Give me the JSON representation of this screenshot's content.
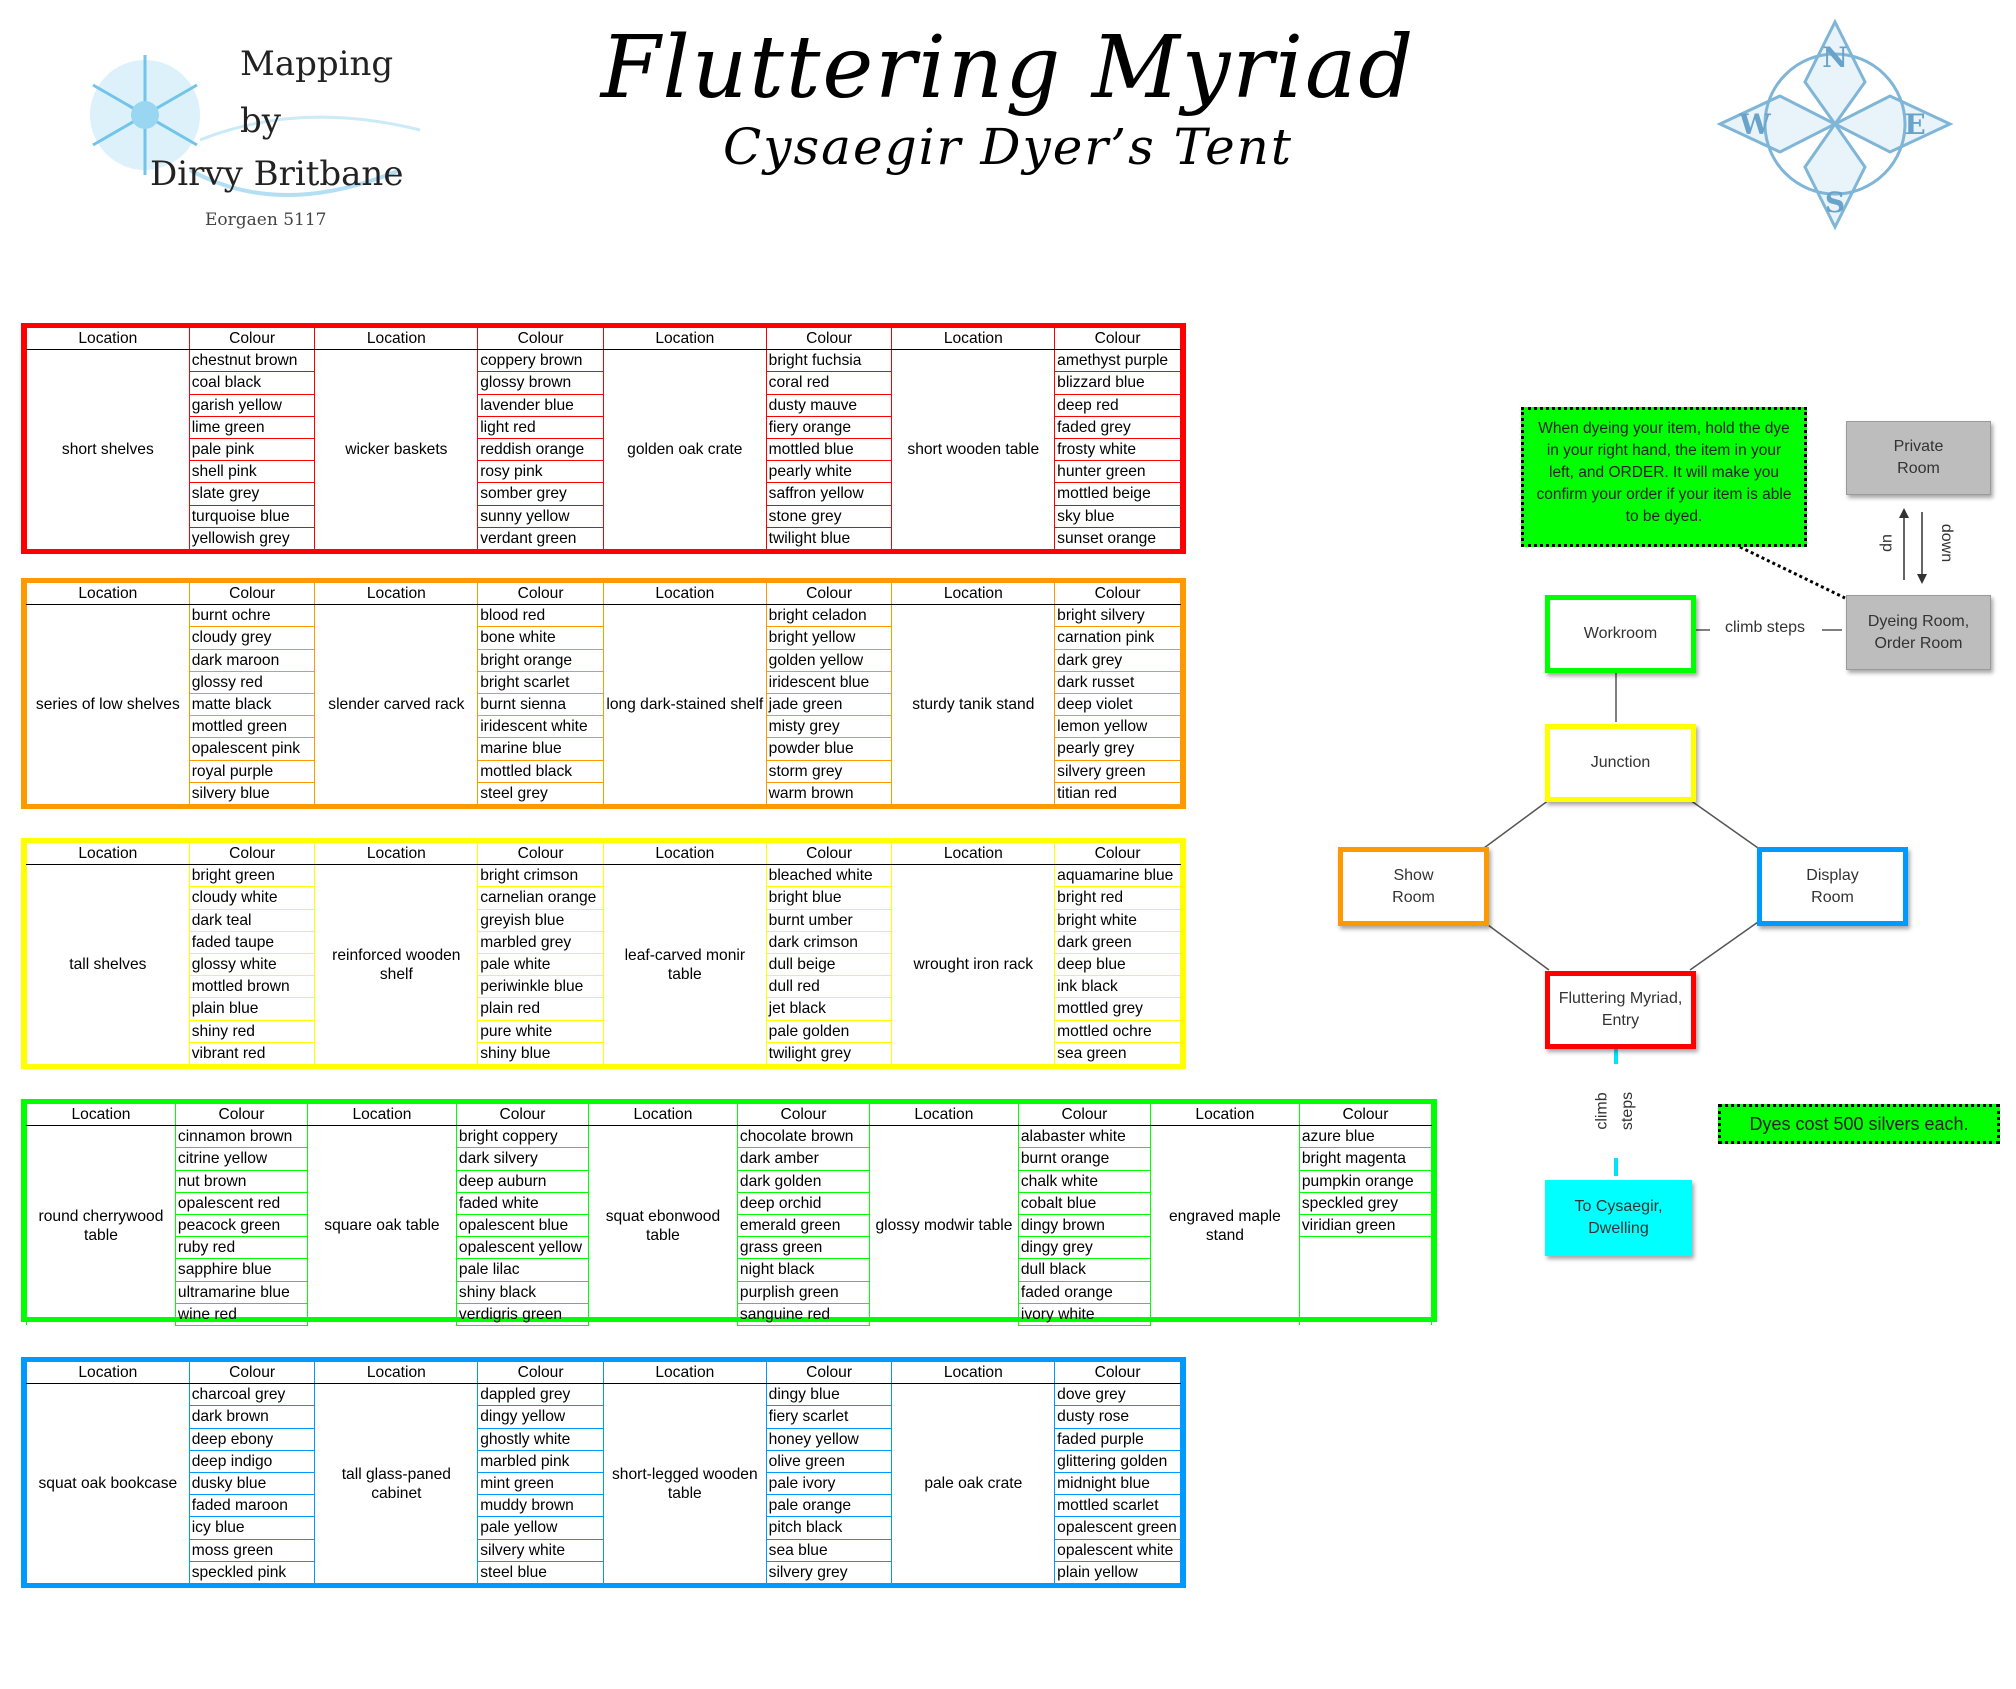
{
  "header": {
    "title": "Fluttering Myriad",
    "subtitle": "Cysaegir Dyer’s Tent"
  },
  "logo": {
    "line1": "Mapping",
    "line2": "by",
    "line3": "Dirvy Britbane",
    "line4": "Eorgaen 5117"
  },
  "compass": {
    "north": "N",
    "east": "E",
    "south": "S",
    "west": "W"
  },
  "colors": {
    "red": "#ff0000",
    "orange": "#ff9900",
    "yellow": "#ffff00",
    "green": "#00ff00",
    "blue": "#0099ff",
    "cyan": "#00ffff",
    "grey": "#bdbdbd"
  },
  "headers": {
    "location": "Location",
    "colour": "Colour"
  },
  "tables": [
    {
      "color": "red",
      "groups": [
        {
          "location": "short shelves",
          "colours": [
            "chestnut brown",
            "coal black",
            "garish yellow",
            "lime green",
            "pale pink",
            "shell pink",
            "slate grey",
            "turquoise blue",
            "yellowish grey"
          ]
        },
        {
          "location": "wicker baskets",
          "colours": [
            "coppery brown",
            "glossy brown",
            "lavender blue",
            "light red",
            "reddish orange",
            "rosy pink",
            "somber grey",
            "sunny yellow",
            "verdant green"
          ]
        },
        {
          "location": "golden oak crate",
          "colours": [
            "bright fuchsia",
            "coral red",
            "dusty mauve",
            "fiery orange",
            "mottled blue",
            "pearly white",
            "saffron yellow",
            "stone grey",
            "twilight blue"
          ]
        },
        {
          "location": "short wooden table",
          "colours": [
            "amethyst purple",
            "blizzard blue",
            "deep red",
            "faded grey",
            "frosty white",
            "hunter green",
            "mottled beige",
            "sky blue",
            "sunset orange"
          ]
        }
      ]
    },
    {
      "color": "orange",
      "groups": [
        {
          "location": "series of low shelves",
          "colours": [
            "burnt ochre",
            "cloudy grey",
            "dark maroon",
            "glossy red",
            "matte black",
            "mottled green",
            "opalescent pink",
            "royal purple",
            "silvery blue"
          ]
        },
        {
          "location": "slender carved rack",
          "colours": [
            "blood red",
            "bone white",
            "bright orange",
            "bright scarlet",
            "burnt sienna",
            "iridescent white",
            "marine blue",
            "mottled black",
            "steel grey"
          ]
        },
        {
          "location": "long dark-stained shelf",
          "colours": [
            "bright celadon",
            "bright yellow",
            "golden yellow",
            "iridescent blue",
            "jade green",
            "misty grey",
            "powder blue",
            "storm grey",
            "warm brown"
          ]
        },
        {
          "location": "sturdy tanik stand",
          "colours": [
            "bright silvery",
            "carnation pink",
            "dark grey",
            "dark russet",
            "deep violet",
            "lemon yellow",
            "pearly grey",
            "silvery green",
            "titian red"
          ]
        }
      ]
    },
    {
      "color": "yellow",
      "groups": [
        {
          "location": "tall shelves",
          "colours": [
            "bright green",
            "cloudy white",
            "dark teal",
            "faded taupe",
            "glossy white",
            "mottled brown",
            "plain blue",
            "shiny red",
            "vibrant red"
          ]
        },
        {
          "location": "reinforced wooden shelf",
          "colours": [
            "bright crimson",
            "carnelian orange",
            "greyish blue",
            "marbled grey",
            "pale white",
            "periwinkle blue",
            "plain red",
            "pure white",
            "shiny blue"
          ]
        },
        {
          "location": "leaf-carved monir table",
          "colours": [
            "bleached white",
            "bright blue",
            "burnt umber",
            "dark crimson",
            "dull beige",
            "dull red",
            "jet black",
            "pale golden",
            "twilight grey"
          ]
        },
        {
          "location": "wrought iron rack",
          "colours": [
            "aquamarine blue",
            "bright red",
            "bright white",
            "dark green",
            "deep blue",
            "ink black",
            "mottled grey",
            "mottled ochre",
            "sea green"
          ]
        }
      ]
    },
    {
      "color": "green",
      "groups": [
        {
          "location": "round cherrywood table",
          "colours": [
            "cinnamon brown",
            "citrine yellow",
            "nut brown",
            "opalescent red",
            "peacock green",
            "ruby red",
            "sapphire blue",
            "ultramarine blue",
            "wine red"
          ]
        },
        {
          "location": "square oak table",
          "colours": [
            "bright coppery",
            "dark silvery",
            "deep auburn",
            "faded white",
            "opalescent blue",
            "opalescent yellow",
            "pale lilac",
            "shiny black",
            "verdigris green"
          ]
        },
        {
          "location": "squat ebonwood table",
          "colours": [
            "chocolate brown",
            "dark amber",
            "dark golden",
            "deep orchid",
            "emerald green",
            "grass green",
            "night black",
            "purplish green",
            "sanguine red"
          ]
        },
        {
          "location": "glossy modwir table",
          "colours": [
            "alabaster white",
            "burnt orange",
            "chalk white",
            "cobalt blue",
            "dingy brown",
            "dingy grey",
            "dull black",
            "faded orange",
            "ivory white"
          ]
        },
        {
          "location": "engraved maple stand",
          "colours": [
            "azure blue",
            "bright magenta",
            "pumpkin orange",
            "speckled grey",
            "viridian green"
          ]
        }
      ]
    },
    {
      "color": "blue",
      "groups": [
        {
          "location": "squat oak bookcase",
          "colours": [
            "charcoal grey",
            "dark brown",
            "deep ebony",
            "deep indigo",
            "dusky blue",
            "faded maroon",
            "icy blue",
            "moss green",
            "speckled pink"
          ]
        },
        {
          "location": "tall glass-paned cabinet",
          "colours": [
            "dappled grey",
            "dingy yellow",
            "ghostly white",
            "marbled pink",
            "mint green",
            "muddy brown",
            "pale yellow",
            "silvery white",
            "steel blue"
          ]
        },
        {
          "location": "short-legged wooden table",
          "colours": [
            "dingy blue",
            "fiery scarlet",
            "honey yellow",
            "olive green",
            "pale ivory",
            "pale orange",
            "pitch black",
            "sea blue",
            "silvery grey"
          ]
        },
        {
          "location": "pale oak crate",
          "colours": [
            "dove grey",
            "dusty rose",
            "faded purple",
            "glittering golden",
            "midnight blue",
            "mottled scarlet",
            "opalescent green",
            "opalescent white",
            "plain yellow"
          ]
        }
      ]
    }
  ],
  "map": {
    "rooms": {
      "private": "Private\nRoom",
      "dyeing": "Dyeing Room,\nOrder Room",
      "workroom": "Workroom",
      "junction": "Junction",
      "show": "Show\nRoom",
      "display": "Display\nRoom",
      "entry": "Fluttering Myriad,\nEntry",
      "dwelling": "To Cysaegir,\nDwelling"
    },
    "labels": {
      "climb_steps": "climb steps",
      "up": "up",
      "down": "down",
      "climb": "climb",
      "steps": "steps"
    },
    "note": "When dyeing your item, hold the dye in your right hand, the item in your left, and ORDER.  It will make you confirm your order if your item is able to be dyed.",
    "cost": "Dyes cost 500 silvers each."
  }
}
